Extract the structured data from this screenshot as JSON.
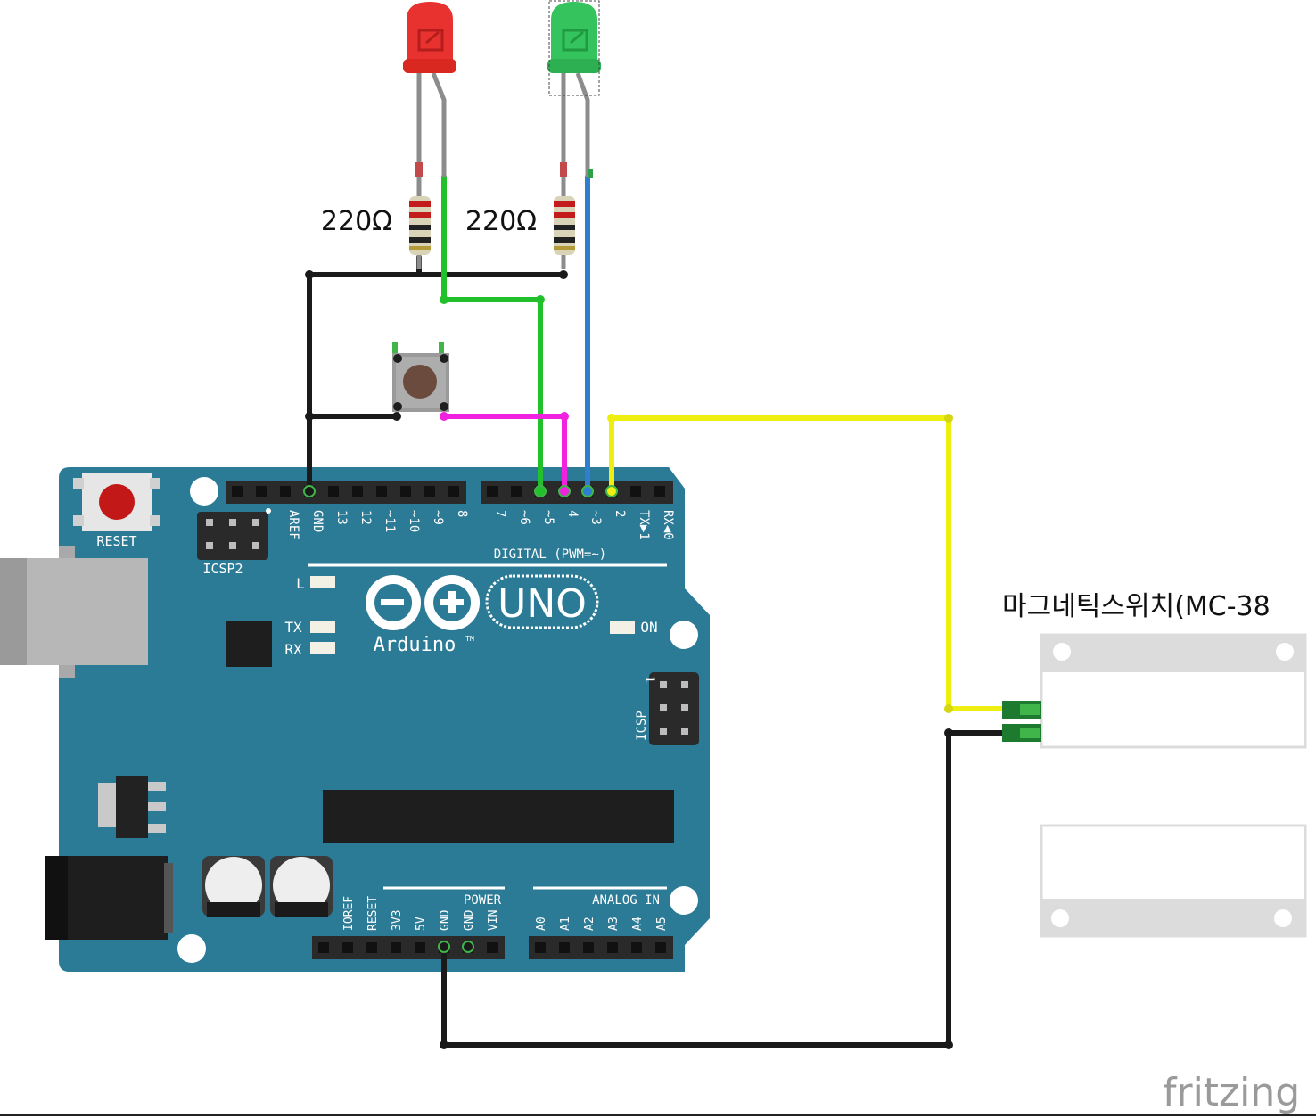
{
  "resistors": [
    {
      "label": "220Ω"
    },
    {
      "label": "220Ω"
    }
  ],
  "sensor": {
    "label": "마그네틱스위치(MC-38"
  },
  "board": {
    "reset_label": "RESET",
    "icsp2_label": "ICSP2",
    "icsp_label": "ICSP",
    "icsp_pin1": "1",
    "digital_label": "DIGITAL (PWM=~)",
    "power_label": "POWER",
    "analog_label": "ANALOG IN",
    "logo_text": "Arduino",
    "tm": "TM",
    "model": "UNO",
    "led_l": "L",
    "led_tx": "TX",
    "led_rx": "RX",
    "led_on": "ON",
    "top_pins": [
      "AREF",
      "GND",
      "13",
      "12",
      "~11",
      "~10",
      "~9",
      "8",
      "7",
      "~6",
      "~5",
      "4",
      "~3",
      "2",
      "TX▶1",
      "RX◀0"
    ],
    "power_pins": [
      "IOREF",
      "RESET",
      "3V3",
      "5V",
      "GND",
      "GND",
      "VIN"
    ],
    "analog_pins": [
      "A0",
      "A1",
      "A2",
      "A3",
      "A4",
      "A5"
    ]
  },
  "colors": {
    "board": "#2b7a96",
    "wire_black": "#1a1a1a",
    "wire_green": "#22c02a",
    "wire_blue": "#2f7fd0",
    "wire_magenta": "#f022e0",
    "wire_yellow": "#eeee10",
    "led_red": "#e8322f",
    "led_green": "#34c35c"
  },
  "watermark": "fritzing"
}
